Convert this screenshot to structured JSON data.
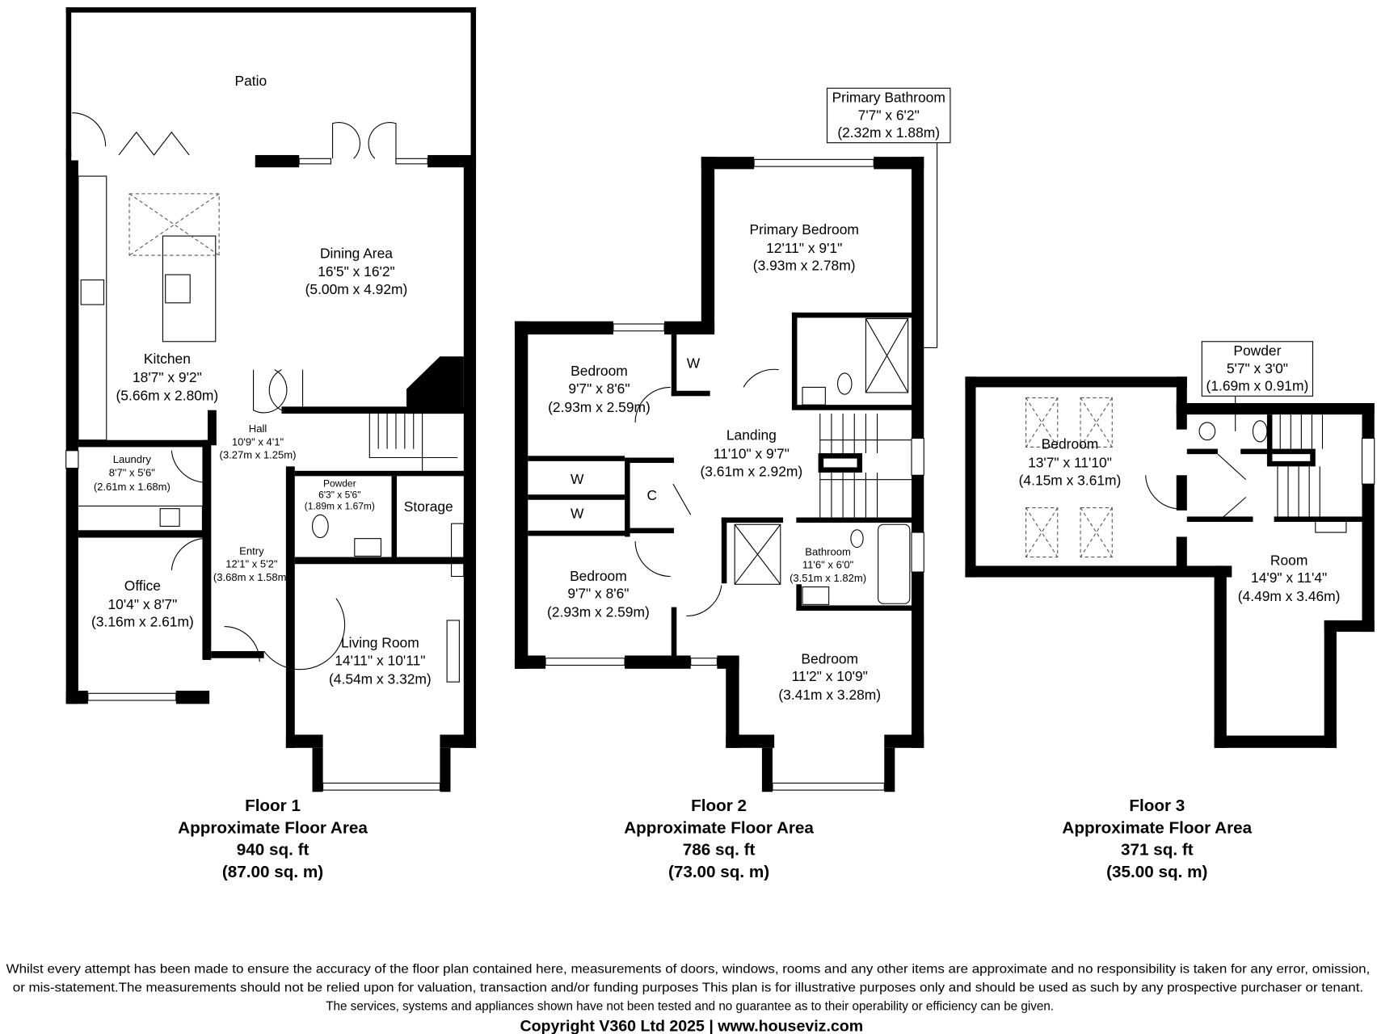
{
  "floor1": {
    "rooms": [
      {
        "name": "Patio",
        "dims": "",
        "metric": ""
      },
      {
        "name": "Dining Area",
        "dims": "16'5\" x 16'2\"",
        "metric": "(5.00m x 4.92m)"
      },
      {
        "name": "Kitchen",
        "dims": "18'7\" x 9'2\"",
        "metric": "(5.66m x 2.80m)"
      },
      {
        "name": "Hall",
        "dims": "10'9\" x 4'1\"",
        "metric": "(3.27m x 1.25m)"
      },
      {
        "name": "Laundry",
        "dims": "8'7\" x 5'6\"",
        "metric": "(2.61m x 1.68m)"
      },
      {
        "name": "Powder",
        "dims": "6'3\" x 5'6\"",
        "metric": "(1.89m x 1.67m)"
      },
      {
        "name": "Storage",
        "dims": "",
        "metric": ""
      },
      {
        "name": "Entry",
        "dims": "12'1\" x 5'2\"",
        "metric": "(3.68m x 1.58m)"
      },
      {
        "name": "Office",
        "dims": "10'4\" x 8'7\"",
        "metric": "(3.16m x 2.61m)"
      },
      {
        "name": "Living Room",
        "dims": "14'11\" x 10'11\"",
        "metric": "(4.54m x 3.32m)"
      }
    ],
    "label": "Floor 1",
    "area_label": "Approximate Floor Area",
    "sqft": "940 sq. ft",
    "sqm": "(87.00 sq. m)"
  },
  "floor2": {
    "rooms": [
      {
        "name": "Primary Bathroom",
        "dims": "7'7\" x 6'2\"",
        "metric": "(2.32m x 1.88m)"
      },
      {
        "name": "Primary Bedroom",
        "dims": "12'11\" x 9'1\"",
        "metric": "(3.93m x 2.78m)"
      },
      {
        "name": "Bedroom",
        "dims": "9'7\" x 8'6\"",
        "metric": "(2.93m x 2.59m)"
      },
      {
        "name": "Landing",
        "dims": "11'10\" x 9'7\"",
        "metric": "(3.61m x 2.92m)"
      },
      {
        "name": "Bathroom",
        "dims": "11'6\" x 6'0\"",
        "metric": "(3.51m x 1.82m)"
      },
      {
        "name": "Bedroom",
        "dims": "9'7\" x 8'6\"",
        "metric": "(2.93m x 2.59m)"
      },
      {
        "name": "Bedroom",
        "dims": "11'2\" x 10'9\"",
        "metric": "(3.41m x 3.28m)"
      }
    ],
    "closets": [
      "W",
      "W",
      "W",
      "C"
    ],
    "label": "Floor 2",
    "area_label": "Approximate Floor Area",
    "sqft": "786 sq. ft",
    "sqm": "(73.00 sq. m)"
  },
  "floor3": {
    "rooms": [
      {
        "name": "Powder",
        "dims": "5'7\" x 3'0\"",
        "metric": "(1.69m x 0.91m)"
      },
      {
        "name": "Bedroom",
        "dims": "13'7\" x 11'10\"",
        "metric": "(4.15m x 3.61m)"
      },
      {
        "name": "Room",
        "dims": "14'9\" x 11'4\"",
        "metric": "(4.49m x 3.46m)"
      }
    ],
    "label": "Floor 3",
    "area_label": "Approximate Floor Area",
    "sqft": "371 sq. ft",
    "sqm": "(35.00 sq. m)"
  },
  "footer": {
    "line1": "Whilst every attempt has been made to ensure the accuracy of the floor plan contained here, measurements of doors, windows, rooms and any other items are approximate and no responsibility is taken for any error, omission,",
    "line2": "or mis-statement.The measurements should not be relied upon for valuation, transaction and/or funding purposes This plan is for illustrative purposes only and should be used as such by any prospective purchaser or tenant.",
    "line3": "The services, systems and appliances shown have not been tested and no guarantee as to their operability or efficiency can be given.",
    "copyright": "Copyright V360 Ltd 2025 | www.houseviz.com"
  }
}
